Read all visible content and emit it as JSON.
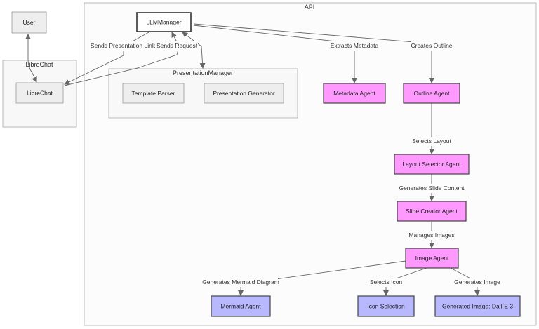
{
  "title": "API",
  "groups": {
    "librechat_group": "LibreChat",
    "presentation_manager": "PresentationManager"
  },
  "nodes": {
    "user": "User",
    "librechat": "LibreChat",
    "llm_manager": "LLMManager",
    "template_parser": "Template Parser",
    "presentation_generator": "Presentation Generator",
    "metadata_agent": "Metadata Agent",
    "outline_agent": "Outline Agent",
    "layout_selector_agent": "Layout Selector Agent",
    "slide_creator_agent": "Slide Creator Agent",
    "image_agent": "Image Agent",
    "mermaid_agent": "Mermaid Agent",
    "icon_selection": "Icon Selection",
    "generated_image": "Generated Image: Dall-E 3"
  },
  "edges": {
    "sends_presentation_link": "Sends Presentation Link",
    "sends_request": "Sends Request",
    "extracts_metadata": "Extracts Metadata",
    "creates_outline": "Creates Outline",
    "selects_layout": "Selects Layout",
    "generates_slide_content": "Generates Slide Content",
    "manages_images": "Manages Images",
    "generates_mermaid_diagram": "Generates Mermaid Diagram",
    "selects_icon": "Selects Icon",
    "generates_image": "Generates Image"
  },
  "colors": {
    "agent_fill": "#ff99ff",
    "agent_stroke": "#444444",
    "leaf_fill": "#b8b8ff",
    "default_fill": "#eeeeee",
    "default_stroke": "#999999",
    "edge": "#666666"
  }
}
